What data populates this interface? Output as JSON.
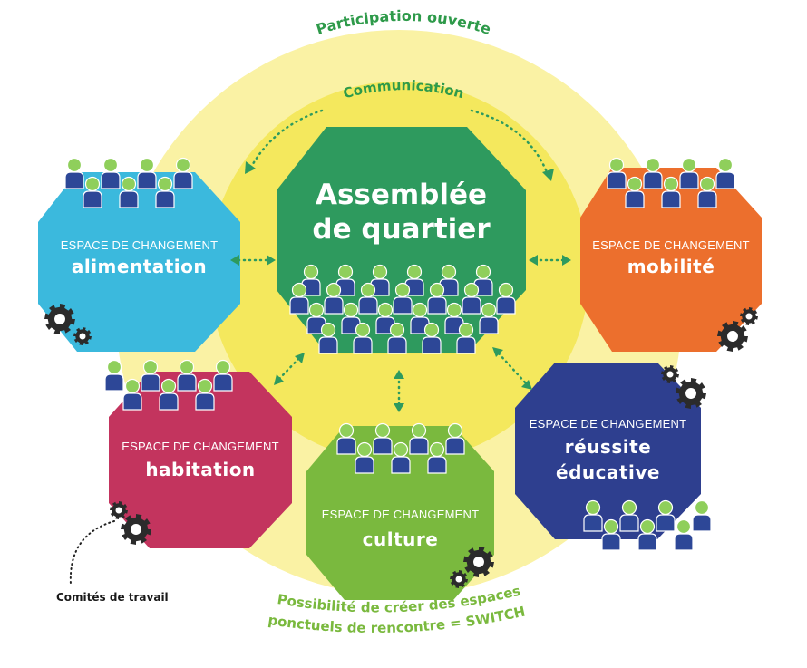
{
  "outer_circle_label": "Participation ouverte",
  "inner_circle_label": "Communication",
  "center": {
    "line1": "Assemblée",
    "line2": "de quartier"
  },
  "espace_prefix": "ESPACE DE CHANGEMENT",
  "espaces": {
    "alimentation": {
      "name": "alimentation",
      "color": "#3bb9dd"
    },
    "mobilite": {
      "name": "mobilité",
      "color": "#ec6f2d"
    },
    "habitation": {
      "name": "habitation",
      "color": "#c3345e"
    },
    "culture": {
      "name": "culture",
      "color": "#7ab93e"
    },
    "reussite": {
      "name1": "réussite",
      "name2": "éducative",
      "color": "#2e3f8f"
    }
  },
  "comites": "Comités de travail",
  "switch_note": {
    "line1": "Possibilité de créer des espaces",
    "line2": "ponctuels de rencontre = SWITCH"
  },
  "colors": {
    "outer_yellow": "#faf2a4",
    "inner_yellow": "#f4e85d",
    "center_green": "#2e9a5e",
    "person_head": "#8fcf5b",
    "person_body": "#2d4797",
    "arrow_green": "#2e9a5e"
  }
}
